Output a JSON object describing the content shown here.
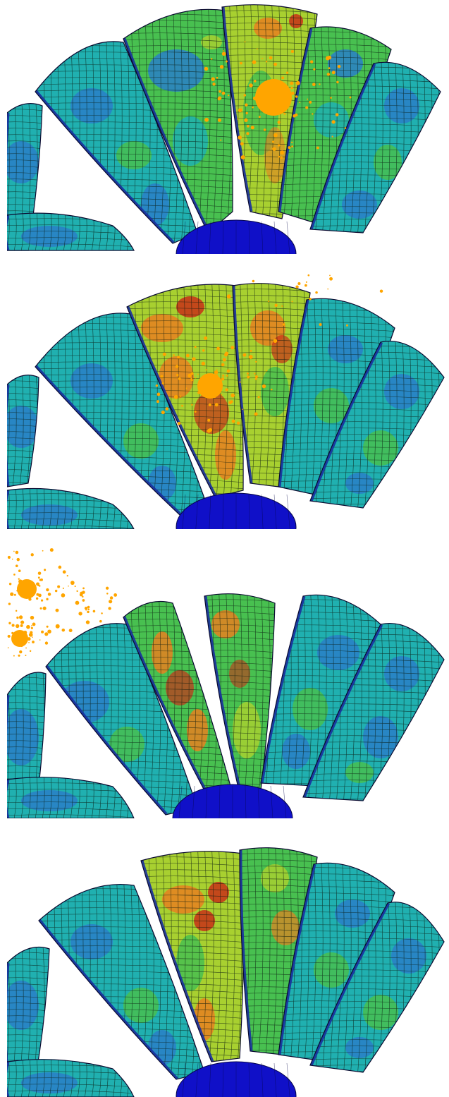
{
  "figure": {
    "frames": [
      {
        "index": 1,
        "description_visible": "",
        "impact": "large-splash-on-blade-4"
      },
      {
        "index": 2,
        "description_visible": "",
        "impact": "splash-on-blade-3"
      },
      {
        "index": 3,
        "description_visible": "",
        "impact": "debris-scattered-upper-left"
      },
      {
        "index": 4,
        "description_visible": "",
        "impact": "none"
      }
    ]
  },
  "colors": {
    "background": "#ffffff",
    "hub": "#1010c8",
    "edge_band": "#1830a0",
    "low_stress": "#2a7fc8",
    "mid_low_stress": "#20b0b0",
    "mid_stress": "#48c050",
    "mid_high_stress": "#a8d030",
    "high_stress": "#e88020",
    "peak_stress": "#c83018",
    "mesh_line": "#0a1a10",
    "debris": "#ffa500"
  }
}
